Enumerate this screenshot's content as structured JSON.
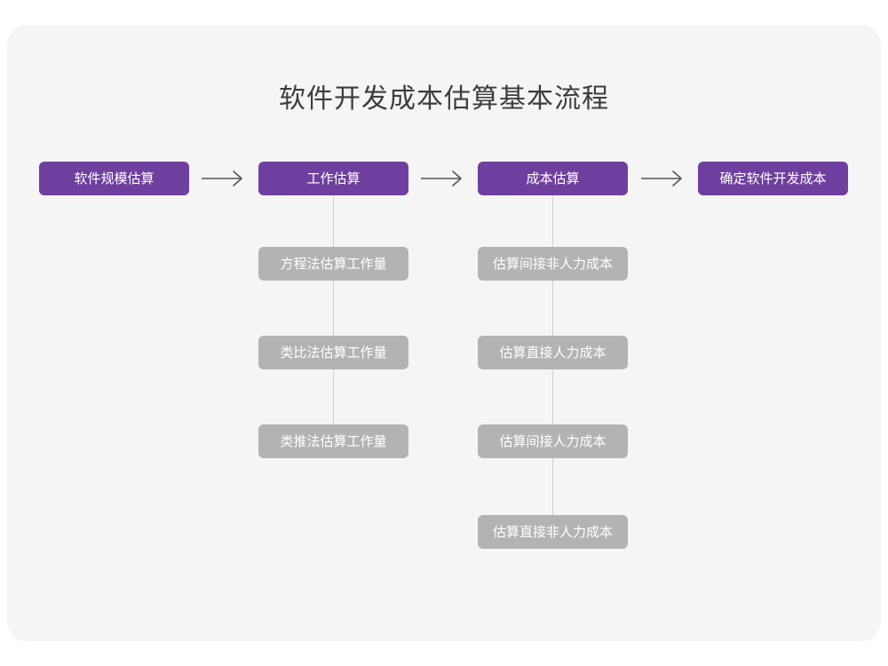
{
  "page": {
    "title": "软件开发成本估算基本流程",
    "background_color": "#ffffff",
    "card_color": "#f5f5f5",
    "primary_color": "#6e3f9e",
    "secondary_color": "#b3b3b3",
    "connector_color": "#cfcfcf",
    "arrow_color": "#555555"
  },
  "flow": {
    "stages": [
      {
        "label": "软件规模估算"
      },
      {
        "label": "工作估算"
      },
      {
        "label": "成本估算"
      },
      {
        "label": "确定软件开发成本"
      }
    ],
    "arrows": [
      {
        "name": "arrow-stage-1-to-2",
        "glyph": "→"
      },
      {
        "name": "arrow-stage-2-to-3",
        "glyph": "→"
      },
      {
        "name": "arrow-stage-3-to-4",
        "glyph": "→"
      }
    ],
    "effort_branch": {
      "parent": "工作估算",
      "items": [
        {
          "label": "方程法估算工作量"
        },
        {
          "label": "类比法估算工作量"
        },
        {
          "label": "类推法估算工作量"
        }
      ]
    },
    "cost_branch": {
      "parent": "成本估算",
      "items": [
        {
          "label": "估算间接非人力成本"
        },
        {
          "label": "估算直接人力成本"
        },
        {
          "label": "估算间接人力成本"
        },
        {
          "label": "估算直接非人力成本"
        }
      ]
    }
  }
}
